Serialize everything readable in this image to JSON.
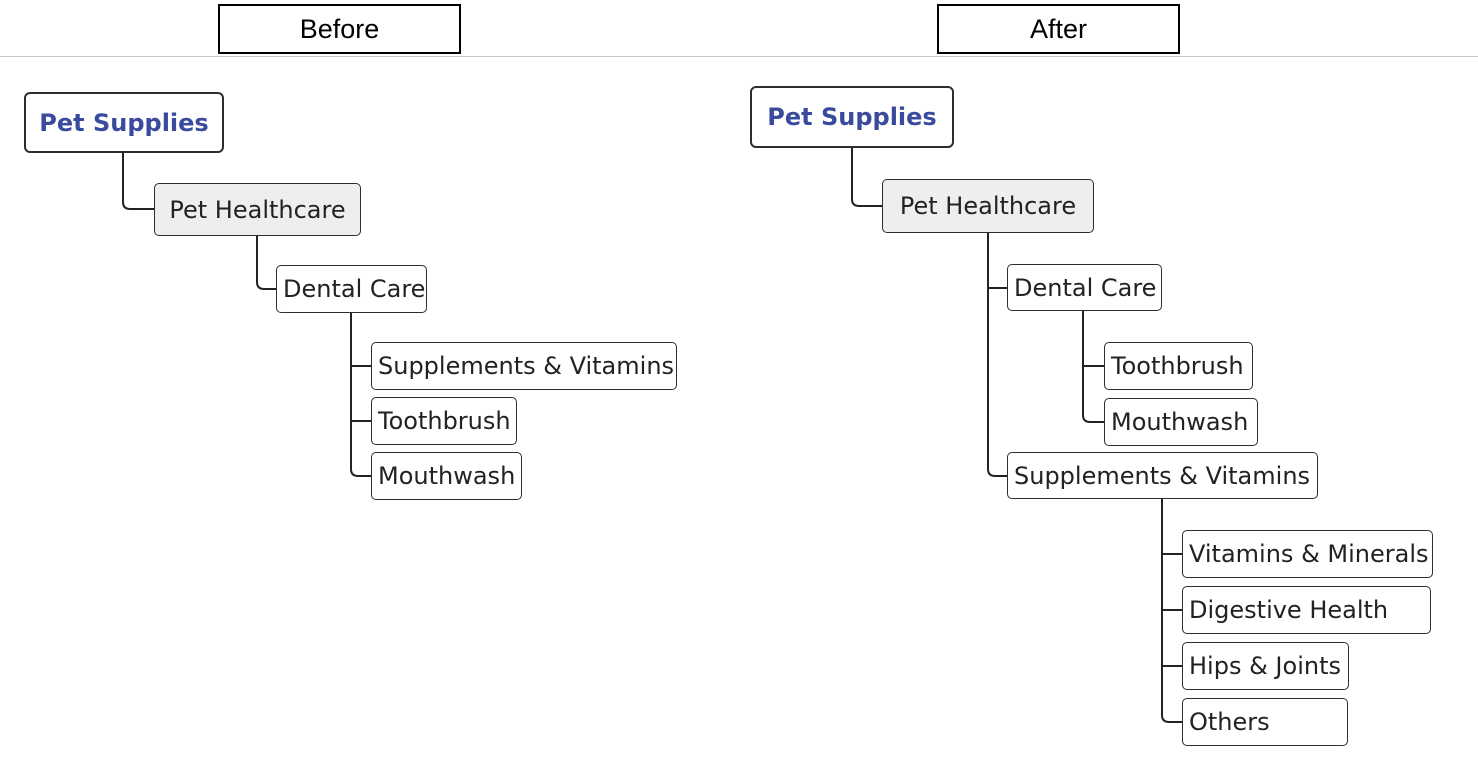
{
  "before": {
    "heading": "Before",
    "root": "Pet Supplies",
    "healthcare": "Pet Healthcare",
    "dental": "Dental Care",
    "dental_children": [
      "Supplements & Vitamins",
      "Toothbrush",
      "Mouthwash"
    ]
  },
  "after": {
    "heading": "After",
    "root": "Pet Supplies",
    "healthcare": "Pet Healthcare",
    "dental": "Dental Care",
    "dental_children": [
      "Toothbrush",
      "Mouthwash"
    ],
    "supplements": "Supplements & Vitamins",
    "supplements_children": [
      "Vitamins & Minerals",
      "Digestive Health",
      "Hips & Joints",
      "Others"
    ]
  },
  "colors": {
    "root_text": "#3a4b9e",
    "main_fill": "#eeeeee",
    "border": "#2e2e2e"
  }
}
